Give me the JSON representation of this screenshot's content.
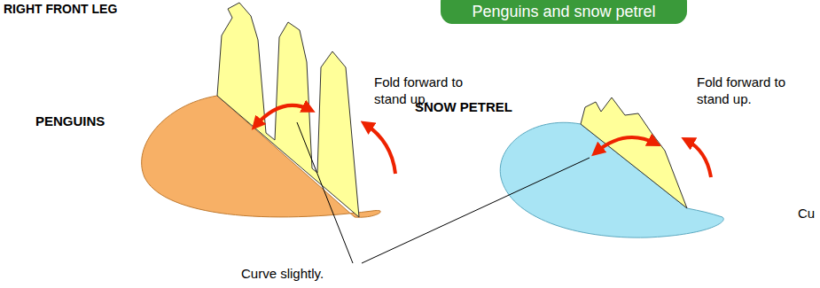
{
  "diagram": {
    "nodes": [
      {
        "text": [
          "Penguins and snow petrel"
        ]
      }
    ],
    "labels": [
      "RIGHT FRONT LEG",
      "PENGUINS",
      "Fold forward to stand up.",
      "SNOW PETREL",
      "Fold forward to stand up.",
      "Curve slightly.",
      "Cu"
    ]
  }
}
